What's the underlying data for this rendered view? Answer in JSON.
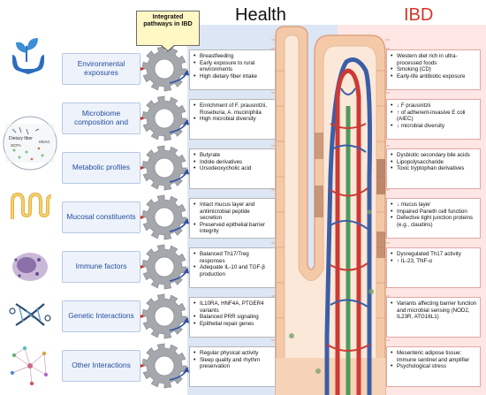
{
  "header": {
    "badge": "Integrated pathways in IBD",
    "health_title": "Health",
    "ibd_title": "IBD"
  },
  "colors": {
    "health_panel": "#dde6f4",
    "ibd_panel": "#fde6e3",
    "category_text": "#244e9e",
    "ibd_title": "#d8322a",
    "gear": "#a4a7ac",
    "arrow_blue": "#2f4fa3",
    "arrow_red": "#c9302c"
  },
  "dietary_fiber_labels": {
    "fiber": "Dietary fiber",
    "scfa": "SCFA",
    "hdac": "HDAC"
  },
  "rows": [
    {
      "id": "environmental-exposures",
      "icon": "plant-in-hands-icon",
      "category": "Environmental exposures",
      "health": [
        "Breastfeeding",
        "Early exposure to rural environments",
        "High dietary fiber intake"
      ],
      "ibd": [
        "Western diet rich in ultra-processed foods",
        "Smoking (CD)",
        "Early-life antibiotic exposure"
      ]
    },
    {
      "id": "microbiome",
      "icon": "gut-microbiota-icon",
      "category": "Microbiome composition and",
      "health": [
        "Enrichment of F. prausnitzii, Roseburia, A. muciniphila",
        "High microbial diversity"
      ],
      "ibd": [
        "↓ F prausnitzii",
        "↑ of adherent-invasive E coli (AIEC)",
        "↓ microbial diversity"
      ]
    },
    {
      "id": "metabolic-profiles",
      "icon": "none",
      "category": "Metabolic profiles",
      "health": [
        "Butyrate",
        "Indole derivatives",
        "Ursodeoxycholic acid"
      ],
      "ibd": [
        "Dysbiotic secondary bile acids",
        "Lipopolysaccharide",
        "Toxic tryptophan derivatives"
      ]
    },
    {
      "id": "mucosal-constituents",
      "icon": "villi-icon",
      "category": "Mucosal constituents",
      "health": [
        "Intact mucus layer and antimicrobial peptide secretion",
        "Preserved epithelial barrier integrity"
      ],
      "ibd": [
        "↓ mucus layer",
        "Impaired Paneth cell function",
        "Defective tight junction proteins (e.g., claudins)"
      ]
    },
    {
      "id": "immune-factors",
      "icon": "immune-cell-icon",
      "category": "Immune factors",
      "health": [
        "Balanced Th17/Treg responses",
        "Adequate IL-10 and TGF-β production"
      ],
      "ibd": [
        "Dysregulated Th17 activity",
        "↑ IL-23, TNF-α"
      ]
    },
    {
      "id": "genetic-interactions",
      "icon": "dna-icon",
      "category": "Genetic Interactions",
      "health": [
        "IL10RA, HNF4A, PTGER4 variants",
        "Balanced PRR signaling",
        "Epithelial repair genes"
      ],
      "ibd": [
        "Variants affecting barrier function and microbial sensing (NOD2, IL23R, ATG16L1)"
      ]
    },
    {
      "id": "other-interactions",
      "icon": "network-icon",
      "category": "Other Interactions",
      "health": [
        "Regular physical activity",
        "Sleep quality and rhythm preservation"
      ],
      "ibd": [
        "Mesenteric adipose tissue: immune sentinel and amplifier",
        "Psychological stress"
      ]
    }
  ]
}
